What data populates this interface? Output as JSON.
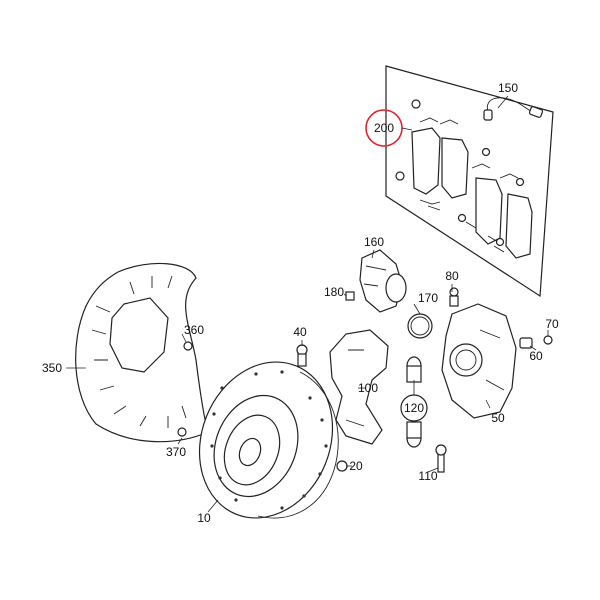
{
  "labels": {
    "p10": "10",
    "p20": "20",
    "p40": "40",
    "p50": "50",
    "p60": "60",
    "p70": "70",
    "p80": "80",
    "p100": "100",
    "p110": "110",
    "p120": "120",
    "p150": "150",
    "p160": "160",
    "p170": "170",
    "p180": "180",
    "p200": "200",
    "p350": "350",
    "p360": "360",
    "p370": "370"
  },
  "highlight": {
    "part": "200",
    "color": "#e0262c"
  },
  "colors": {
    "line": "#222222",
    "background": "#ffffff"
  }
}
